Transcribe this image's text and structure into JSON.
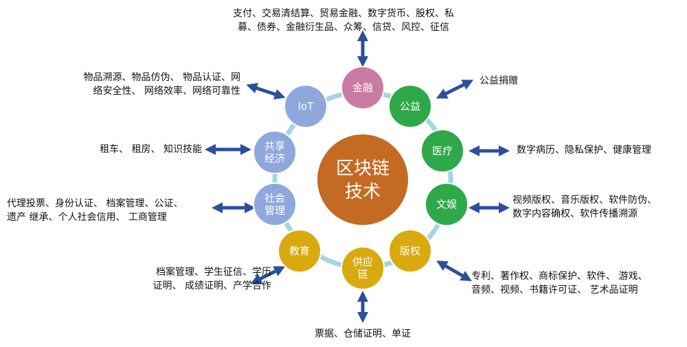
{
  "center": {
    "line1": "区块链",
    "line2": "技术"
  },
  "nodes": [
    {
      "id": "finance",
      "label": "金融",
      "color": "#c97ba4",
      "desc": "支付、交易清结算、贸易金融、数字货币、股权、私\n募、债券、金融衍生品、众筹、信贷、风控、征信"
    },
    {
      "id": "charity",
      "label": "公益",
      "color": "#2fa84a",
      "desc": "公益捐赠"
    },
    {
      "id": "medical",
      "label": "医疗",
      "color": "#2fa84a",
      "desc": "数字病历、隐私保护、健康管理"
    },
    {
      "id": "culture",
      "label": "文娱",
      "color": "#2fa84a",
      "desc": "视频版权、音乐版权、软件防伪、\n数字内容确权、软件传播溯源"
    },
    {
      "id": "copyright",
      "label": "版权",
      "color": "#d9a90f",
      "desc": "专利、著作权、商标保护、软件、 游戏、\n音频、视频、书籍许可证、 艺术品证明"
    },
    {
      "id": "supply",
      "label": "供应\n链",
      "color": "#d9a90f",
      "desc": "票据、仓储证明、单证"
    },
    {
      "id": "education",
      "label": "教育",
      "color": "#d9a90f",
      "desc": "档案管理、学生征信、学历\n证明、 成绩证明、产学合作"
    },
    {
      "id": "social",
      "label": "社会\n管理",
      "color": "#8fa8dc",
      "desc": "代理投票、身份认证、 档案管理、公证、\n遗产 继承、个人社会信用、 工商管理"
    },
    {
      "id": "sharing",
      "label": "共享\n经济",
      "color": "#8fa8dc",
      "desc": "租车、 租房、 知识技能"
    },
    {
      "id": "iot",
      "label": "IoT",
      "color": "#8fa8dc",
      "desc": "物品溯源、物品仿伪、 物品认证、网\n络安全性、 网络效率、网络可靠性"
    }
  ],
  "colors": {
    "ring": "#a6d5e2",
    "center": "#c56a22",
    "arrow": "#2c4f9c"
  }
}
